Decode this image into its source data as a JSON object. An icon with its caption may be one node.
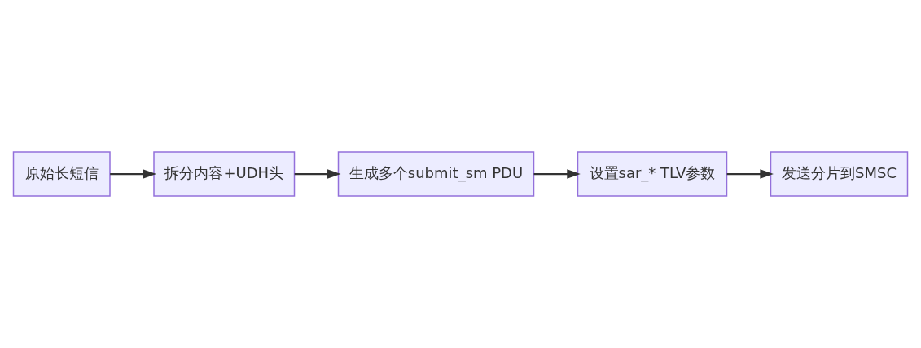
{
  "diagram": {
    "nodes": [
      {
        "text": [
          "原始长短信"
        ]
      },
      {
        "text": [
          "拆分内容+UDH头"
        ]
      },
      {
        "text": [
          "生成多个submit_sm PDU"
        ]
      },
      {
        "text": [
          "设置sar_* TLV参数"
        ]
      },
      {
        "text": [
          "发送分片到SMSC"
        ]
      }
    ],
    "edges": [
      {
        "from": 0,
        "to": 1,
        "arrow": "to"
      },
      {
        "from": 1,
        "to": 2,
        "arrow": "to"
      },
      {
        "from": 2,
        "to": 3,
        "arrow": "to"
      },
      {
        "from": 3,
        "to": 4,
        "arrow": "to"
      }
    ]
  }
}
